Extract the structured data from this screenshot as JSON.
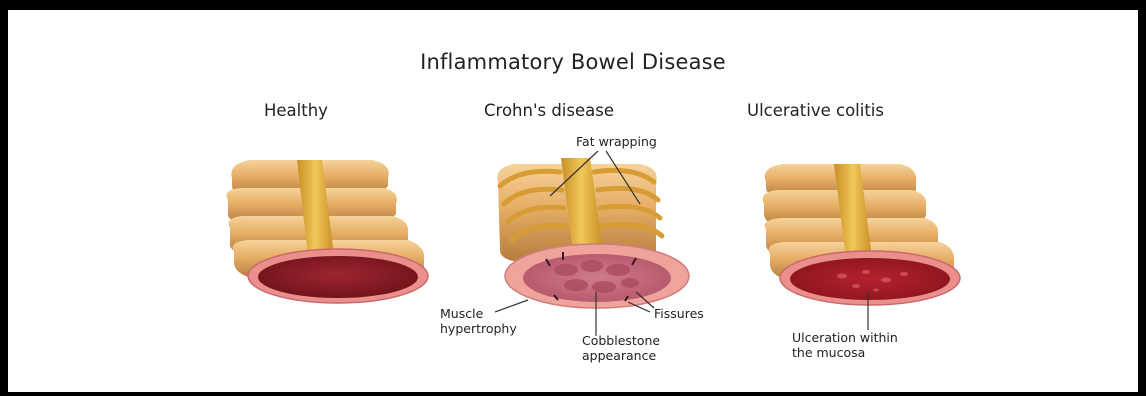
{
  "title": "Inflammatory Bowel Disease",
  "panels": {
    "healthy": {
      "title": "Healthy"
    },
    "crohns": {
      "title": "Crohn's disease",
      "labels": {
        "fat_wrapping": "Fat wrapping",
        "muscle_hypertrophy": [
          "Muscle",
          "hypertrophy"
        ],
        "cobblestone": [
          "Cobblestone",
          "appearance"
        ],
        "fissures": "Fissures"
      }
    },
    "uc": {
      "title": "Ulcerative colitis",
      "labels": {
        "ulceration": [
          "Ulceration within",
          "the mucosa"
        ]
      }
    }
  },
  "colors": {
    "tissue": "#e9b16a",
    "tissue_dark": "#b9813f",
    "fat_band": "#d8a53a",
    "mucosa_rim": "#e98a88",
    "healthy_lumen": "#8c1d27",
    "crohns_lumen": "#c86a7a",
    "uc_lumen": "#a11b25"
  }
}
